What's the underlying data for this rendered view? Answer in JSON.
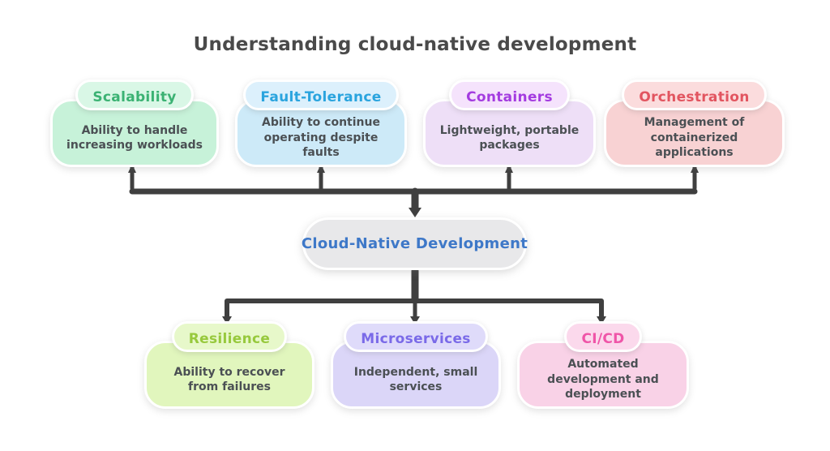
{
  "title": "Understanding cloud-native development",
  "center": {
    "label": "Cloud-Native Development",
    "bg": "#e8e8ea",
    "text_color": "#3e78c8"
  },
  "nodes": [
    {
      "id": "scalability",
      "label": "Scalability",
      "description": "Ability to handle increasing workloads",
      "label_color": "#3bb273",
      "pill_bg": "#d9f7e6",
      "body_bg": "#c7f2d9"
    },
    {
      "id": "fault-tolerance",
      "label": "Fault-Tolerance",
      "description": "Ability to continue operating despite faults",
      "label_color": "#2aa4de",
      "pill_bg": "#dcf0fc",
      "body_bg": "#cdeaf8"
    },
    {
      "id": "containers",
      "label": "Containers",
      "description": "Lightweight, portable packages",
      "label_color": "#a43ce0",
      "pill_bg": "#f5e3fc",
      "body_bg": "#eedff7"
    },
    {
      "id": "orchestration",
      "label": "Orchestration",
      "description": "Management of containerized applications",
      "label_color": "#e25560",
      "pill_bg": "#fbdcdd",
      "body_bg": "#f8d2d3"
    },
    {
      "id": "resilience",
      "label": "Resilience",
      "description": "Ability to recover from failures",
      "label_color": "#97c93d",
      "pill_bg": "#e7f8ca",
      "body_bg": "#e1f6bd"
    },
    {
      "id": "microservices",
      "label": "Microservices",
      "description": "Independent, small services",
      "label_color": "#7a6ae8",
      "pill_bg": "#dfdbfa",
      "body_bg": "#dbd6f8"
    },
    {
      "id": "ci-cd",
      "label": "CI/CD",
      "description": "Automated development and deployment",
      "label_color": "#ef55a8",
      "pill_bg": "#fbd9ec",
      "body_bg": "#f9d2e7"
    }
  ],
  "colors": {
    "background": "#ffffff",
    "title": "#4a4a4a",
    "body_text": "#4b5054",
    "connector": "#3f3f3f"
  }
}
